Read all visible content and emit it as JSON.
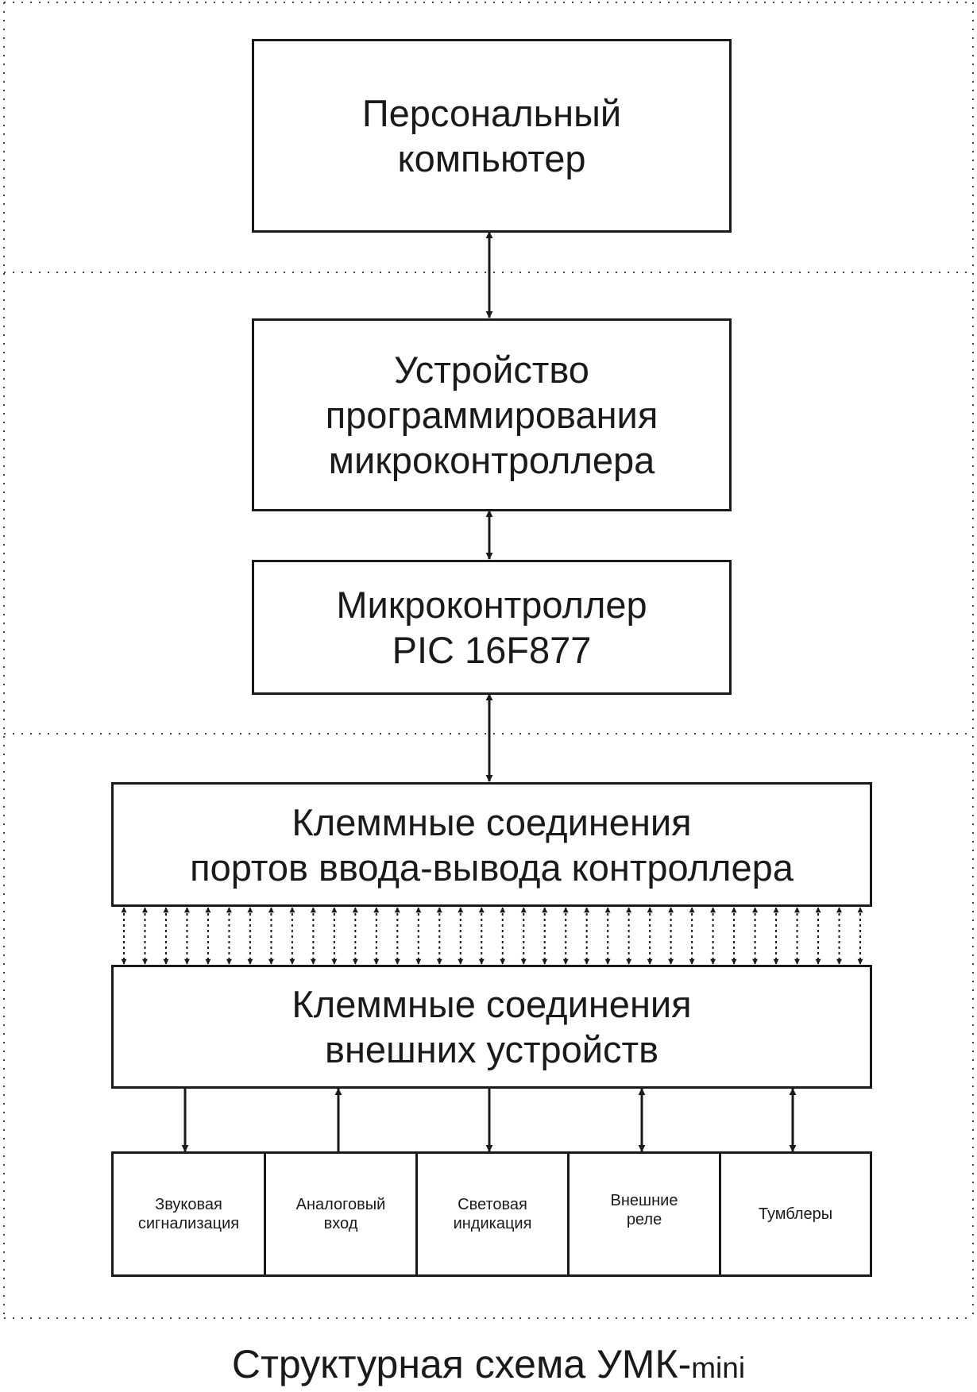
{
  "blocks": {
    "pc": [
      "Персональный",
      "компьютер"
    ],
    "programmer": [
      "Устройство",
      "программирования",
      "микроконтроллера"
    ],
    "mcu": [
      "Микроконтроллер",
      "PIC 16F877"
    ],
    "io_terminals": [
      "Клеммные соединения",
      "портов ввода-вывода контроллера"
    ],
    "ext_terminals": [
      "Клеммные соединения",
      "внешних устройств"
    ]
  },
  "devices": [
    [
      "Звуковая",
      "сигнализация"
    ],
    [
      "Аналоговый",
      "вход"
    ],
    [
      "Световая",
      "индикация"
    ],
    [
      "Внешние",
      "реле"
    ],
    [
      "Тумблеры"
    ]
  ],
  "caption": {
    "main": "Структурная схема УМК-",
    "suffix": "mini"
  }
}
